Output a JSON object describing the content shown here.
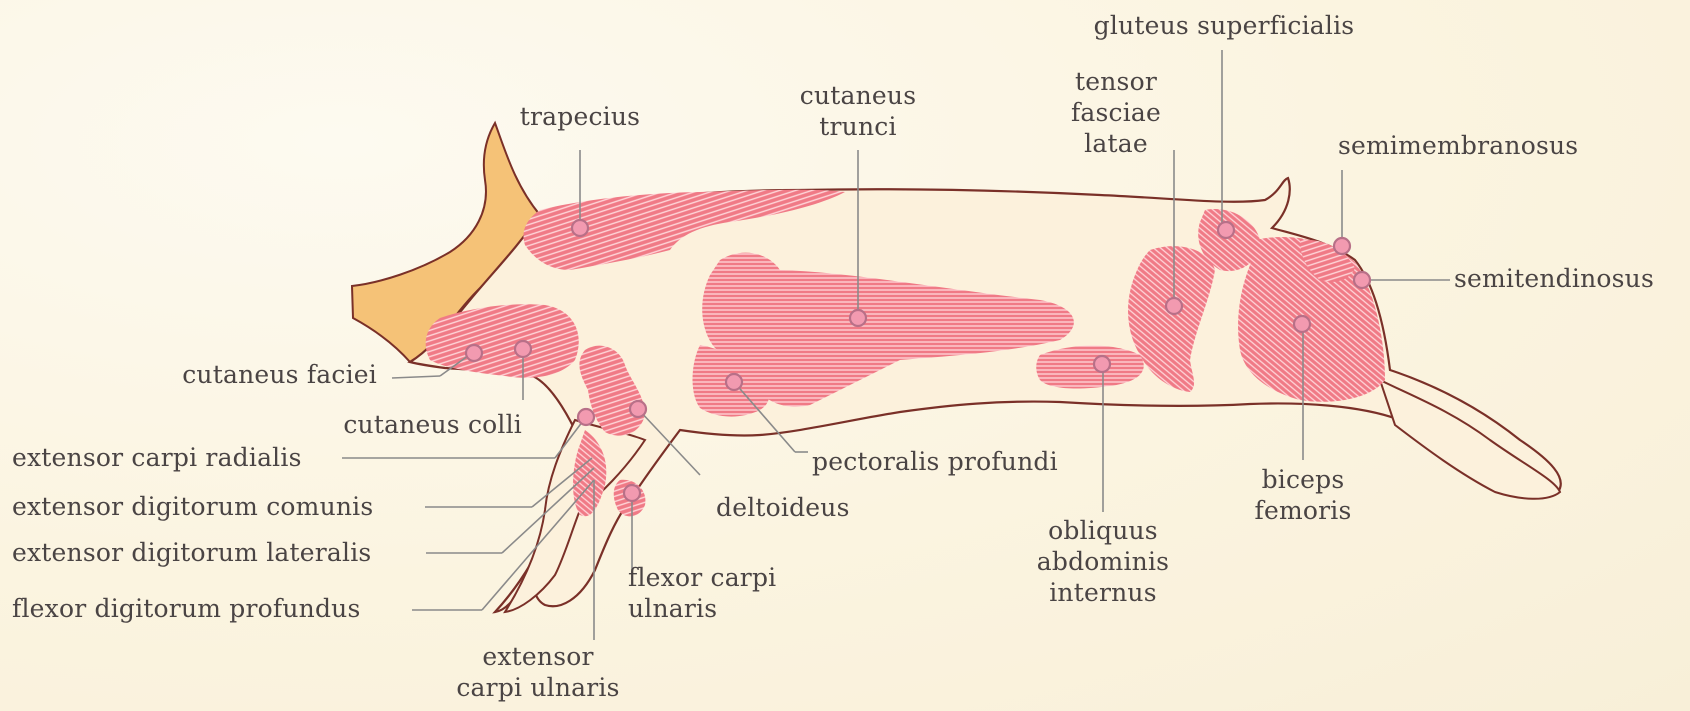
{
  "colors": {
    "background": "#fbf4e0",
    "body_fill": "#fcf1dc",
    "outline": "#7a3028",
    "muscle": "#f07a86",
    "muscle_stripes": "#ffd6d9",
    "head_bone": "#f5c277",
    "leader_line": "#8a8a8a",
    "marker_fill": "#f29ab0",
    "marker_stroke": "#b87088",
    "label_text": "#4a4444"
  },
  "labels": {
    "trapecius": "trapecius",
    "cutaneus_trunci": [
      "cutaneus",
      "trunci"
    ],
    "gluteus_superficialis": "gluteus superficialis",
    "tensor_fasciae_latae": [
      "tensor",
      "fasciae",
      "latae"
    ],
    "semimembranosus": "semimembranosus",
    "semitendinosus": "semitendinosus",
    "cutaneus_faciei": "cutaneus faciei",
    "cutaneus_colli": "cutaneus colli",
    "extensor_carpi_radialis": "extensor carpi radialis",
    "extensor_digitorum_comunis": "extensor digitorum comunis",
    "extensor_digitorum_lateralis": "extensor digitorum lateralis",
    "flexor_digitorum_profundus": "flexor digitorum profundus",
    "pectoralis_profundi": "pectoralis profundi",
    "deltoideus": "deltoideus",
    "obliquus_abdominis_internus": [
      "obliquus",
      "abdominis",
      "internus"
    ],
    "biceps_femoris": [
      "biceps",
      "femoris"
    ],
    "flexor_carpi_ulnaris": [
      "flexor carpi",
      "ulnaris"
    ],
    "extensor_carpi_ulnaris": [
      "extensor",
      "carpi ulnaris"
    ]
  }
}
